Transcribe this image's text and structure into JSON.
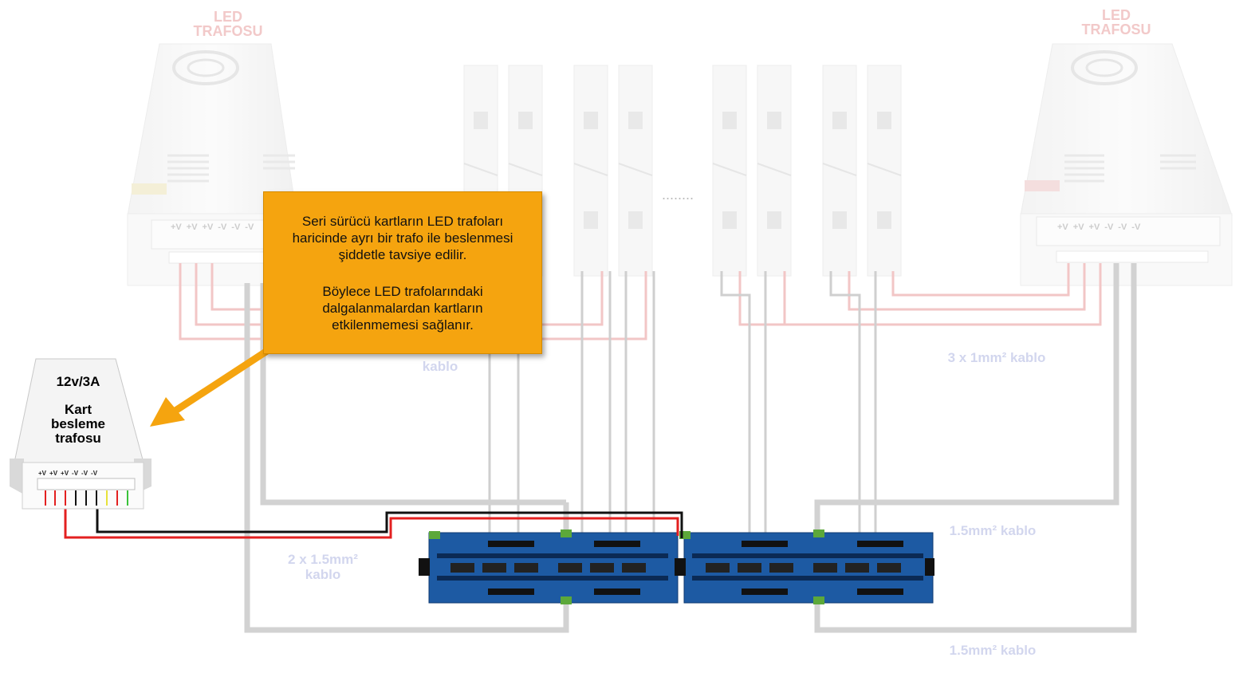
{
  "psu_left": {
    "title_line1": "LED",
    "title_line2": "TRAFOSU",
    "terminals": [
      "+V",
      "+V",
      "+V",
      "-V",
      "-V",
      "-V"
    ]
  },
  "psu_right": {
    "title_line1": "LED",
    "title_line2": "TRAFOSU",
    "terminals": [
      "+V",
      "+V",
      "+V",
      "-V",
      "-V",
      "-V"
    ]
  },
  "psu_small": {
    "spec": "12v/3A",
    "line1": "Kart",
    "line2": "besleme",
    "line3": "trafosu",
    "terminals": [
      "+V",
      "+V",
      "+V",
      "-V",
      "-V",
      "-V"
    ]
  },
  "callout": {
    "para1_line1": "Seri sürücü kartların LED trafoları",
    "para1_line2": "haricinde ayrı bir trafo ile beslenmesi",
    "para1_line3": "şiddetle tavsiye edilir.",
    "para2_line1": "Böylece LED trafolarındaki",
    "para2_line2": "dalgalanmalardan kartların",
    "para2_line3": "etkilenmemesi sağlanır."
  },
  "cable_labels": {
    "left_mid_line2": "kablo",
    "right_top": "3 x 1mm² kablo",
    "right_mid": "1.5mm² kablo",
    "right_bottom": "1.5mm² kablo",
    "left_bottom_line1": "2 x 1.5mm²",
    "left_bottom_line2": "kablo"
  },
  "strip_separator": "........",
  "colors": {
    "callout_bg": "#f5a40f",
    "arrow": "#f5a40f",
    "pcb": "#1d5aa3",
    "wire_red": "#e32020",
    "wire_black": "#111111",
    "faded_red_wire": "#f2c6c6",
    "faded_gray_wire": "#cfcfcf"
  }
}
